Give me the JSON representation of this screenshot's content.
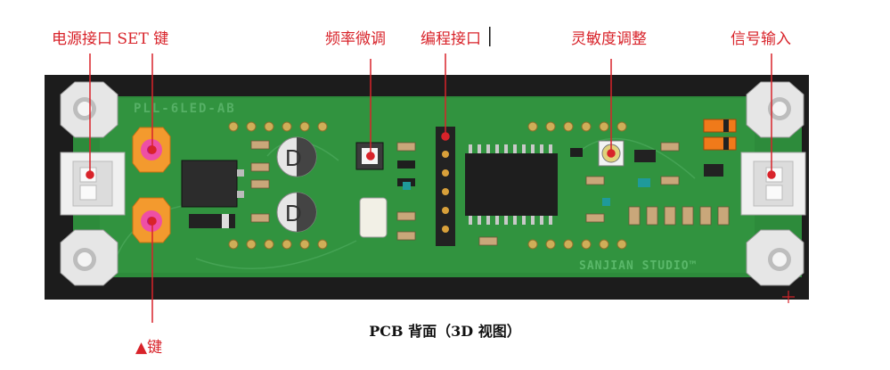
{
  "callouts": {
    "power_set": "电源接口 SET 键",
    "freq_tune": "频率微调",
    "prog_port": "编程接口",
    "sensitivity": "灵敏度调整",
    "signal_in": "信号输入",
    "up_key": "▲键"
  },
  "board": {
    "silk_top": "PLL-6LED-AB",
    "silk_bottom": "SANJIAN STUDIO™",
    "ic_letter": "D"
  },
  "caption": "PCB 背面（3D 视图）",
  "colors": {
    "pcb": "#2d8b3b",
    "callout": "#d8232a"
  }
}
